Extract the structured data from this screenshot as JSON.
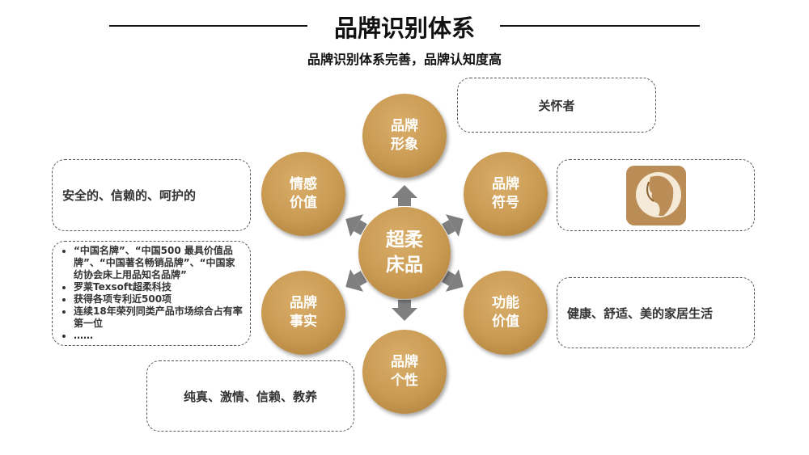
{
  "title": "品牌识别体系",
  "subtitle": "品牌识别体系完善，品牌认知度高",
  "center": {
    "line1": "超柔",
    "line2": "床品"
  },
  "nodes": [
    {
      "line1": "品牌",
      "line2": "形象"
    },
    {
      "line1": "品牌",
      "line2": "符号"
    },
    {
      "line1": "功能",
      "line2": "价值"
    },
    {
      "line1": "品牌",
      "line2": "个性"
    },
    {
      "line1": "品牌",
      "line2": "事实"
    },
    {
      "line1": "情感",
      "line2": "价值"
    }
  ],
  "boxes": {
    "image": "关怀者",
    "function": "健康、舒适、美的家居生活",
    "personality": "纯真、激情、信赖、教养",
    "emotion": "安全的、信赖的、呵护的",
    "facts": [
      "“中国名牌”、“中国500 最具价值品牌”、“中国著名畅销品牌”、“中国家纺协会床上用品知名品牌”",
      "罗莱Texsoft超柔科技",
      "获得各项专利近500项",
      "连续18年荣列同类产品市场综合占有率第一位",
      "……"
    ]
  },
  "colors": {
    "gold": "#c99a52",
    "arrow": "#7f7f7f"
  }
}
